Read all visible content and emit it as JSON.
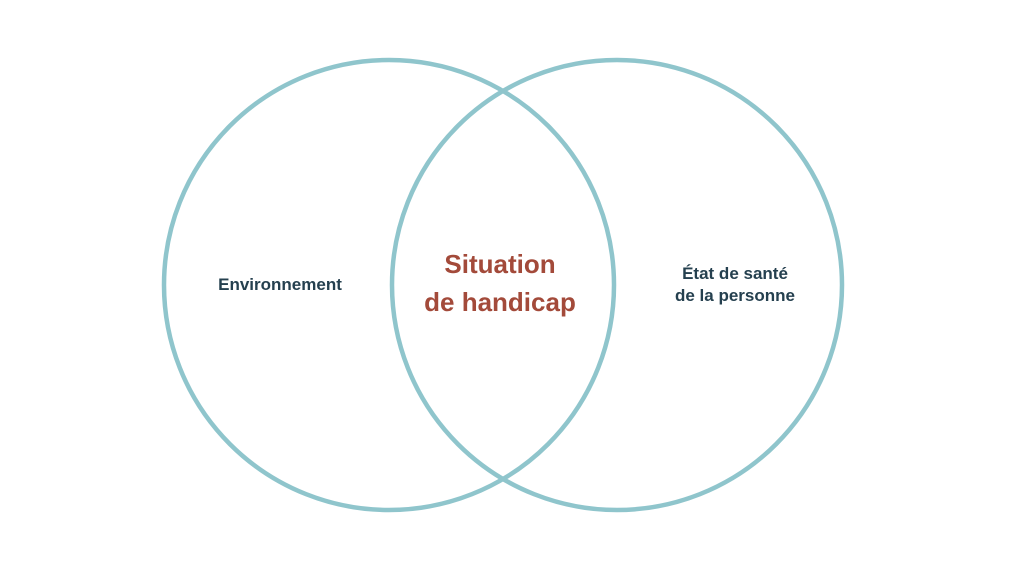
{
  "diagram": {
    "type": "venn",
    "circle_color": "#8fc5cc",
    "left_label": "Environnement",
    "right_label_line1": "État de santé",
    "right_label_line2": "de la personne",
    "center_label_line1": "Situation",
    "center_label_line2": "de handicap",
    "side_text_color": "#25404f",
    "center_text_color": "#a34a3a"
  }
}
